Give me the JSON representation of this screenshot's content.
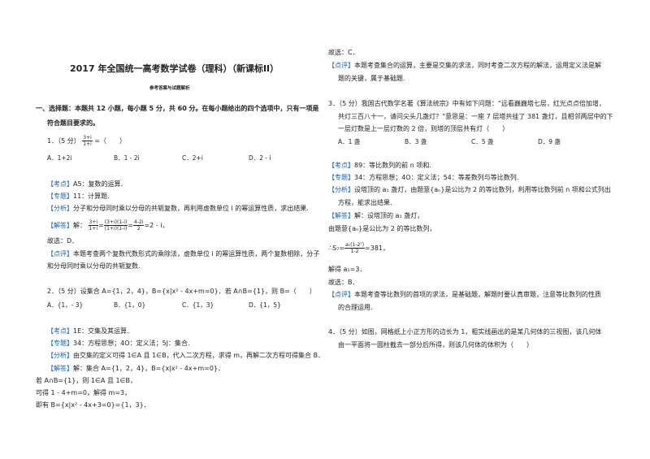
{
  "header": {
    "title": "2017 年全国统一高考数学试卷（理科）（新课标II）",
    "subtitle": "参考答案与试题解析"
  },
  "section1": {
    "heading_line1": "一、选择题：本题共 12 小题，每小题 5 分，共 60 分。在每小题给出的四个选项中，只有一项是",
    "heading_line2": "符合题目要求的。"
  },
  "q1": {
    "stem_prefix": "1．（5 分）",
    "frac_num": "3+i",
    "frac_den": "1+i",
    "stem_suffix": "=（　　）",
    "options": [
      "A．1+2i",
      "B．1 - 2i",
      "C．2+i",
      "D．2 - i"
    ],
    "kaodian_tag": "【考点】",
    "kaodian": "A5：复数的运算.",
    "zhuanti_tag": "【专题】",
    "zhuanti": "11：计算题.",
    "fenxi_tag": "【分析】",
    "fenxi": "分子和分母同时乘以分母的共轭复数，再利用虚数单位 i 的幂运算性质，求出结果.",
    "jieda_tag": "【解答】",
    "jieda_prefix": "解：",
    "jieda_f1_num": "3+i",
    "jieda_f1_den": "1+i",
    "jieda_f2_num": "(3+i)(1-i)",
    "jieda_f2_den": "(1+i)(1-i)",
    "jieda_f3_num": "4-2i",
    "jieda_f3_den": "2",
    "jieda_suffix": "=2 - i，",
    "answer": "故选：D．",
    "dianping_tag": "【点评】",
    "dianping_line1": "本题考查两个复数代数形式的乘除法，虚数单位 i 的幂运算性质，两个复数相除，分子",
    "dianping_line2": "和分母同时乘以分母的共轭复数."
  },
  "q2": {
    "stem": "2．（5 分）设集合 A={1，2，4}，B={x|x² - 4x+m=0}．若 A∩B={1}，则 B=（　　）",
    "options": [
      "A．{1，- 3}",
      "B．{1，0}",
      "C．{1，3}",
      "D．{1，5}"
    ],
    "kaodian_tag": "【考点】",
    "kaodian": "1E：交集及其运算.",
    "zhuanti_tag": "【专题】",
    "zhuanti": "34：方程思想；4O：定义法；5J：集合.",
    "fenxi_tag": "【分析】",
    "fenxi": "由交集的定义可得 1∈A 且 1∈B，代入二次方程，求得 m，再解二次方程可得集合 B．",
    "jieda_tag": "【解答】",
    "jieda_line1": "解：集合 A={1，2，4}，B={x|x² - 4x+m=0}．",
    "jieda_line2": "若 A∩B={1}，则 1∈A 且 1∈B，",
    "jieda_line3": "可得 1 - 4+m=0，解得 m=3，",
    "jieda_line4": "即有 B={x|x² - 4x+3=0}={1，3}．"
  },
  "q2_cont": {
    "answer": "故选：C．",
    "dianping_tag": "【点评】",
    "dianping_line1": "本题考查集合的运算，主要是交集的求法，同时考查二次方程的解法，运用定义法是解",
    "dianping_line2": "题的关键，属于基础题."
  },
  "q3": {
    "stem_line1": "3．（5 分）我国古代数学名著《算法统宗》中有如下问题：“远看巍巍塔七层，红光点点倍加增，",
    "stem_line2": "共灯三百八十一，请问尖头几盏灯？”意思是：一座 7 层塔共挂了 381 盏灯，且相邻两层中的下",
    "stem_line3": "一层灯数是上一层灯数的 2 倍，则塔的顶层共有灯（　　）",
    "options": [
      "A．1 盏",
      "B．3 盏",
      "C．5 盏",
      "D．9 盏"
    ],
    "kaodian_tag": "【考点】",
    "kaodian": "89：等比数列的前 n 项和.",
    "zhuanti_tag": "【专题】",
    "zhuanti": "34：方程思想；4O：定义法；54：等差数列与等比数列.",
    "fenxi_tag": "【分析】",
    "fenxi_line1": "设塔顶的 a₁ 盏灯，由题意{aₙ}是公比为 2 的等比数列，利用等比数列前 n 项和公式列出",
    "fenxi_line2": "方程，能求出结果.",
    "jieda_tag": "【解答】",
    "jieda_line1": "解：设塔顶的 a₁ 盏灯，",
    "jieda_line2": "由题意{aₙ}是公比为 2 的等比数列，",
    "jieda_s7_prefix": "∴S₇=",
    "jieda_s7_num": "a₁(1-2⁷)",
    "jieda_s7_den": "1-2",
    "jieda_s7_suffix": "=381，",
    "jieda_line4": "解得 a₁=3．",
    "answer": "故选：B．",
    "dianping_tag": "【点评】",
    "dianping_line1": "本题考查等比数列的首项的求法，是基础题，解题时要认真审题，注意等比数列的性质",
    "dianping_line2": "的合理运用."
  },
  "q4": {
    "stem_line1": "4．（5 分）如图，网格纸上小正方形的边长为 1，粗实线画出的是某几何体的三视图，该几何体",
    "stem_line2": "由一平面将一圆柱截去一部分后所得，则该几何体的体积为（　　）"
  },
  "colors": {
    "tag_blue": "#1a5fb4",
    "text": "#222222"
  }
}
